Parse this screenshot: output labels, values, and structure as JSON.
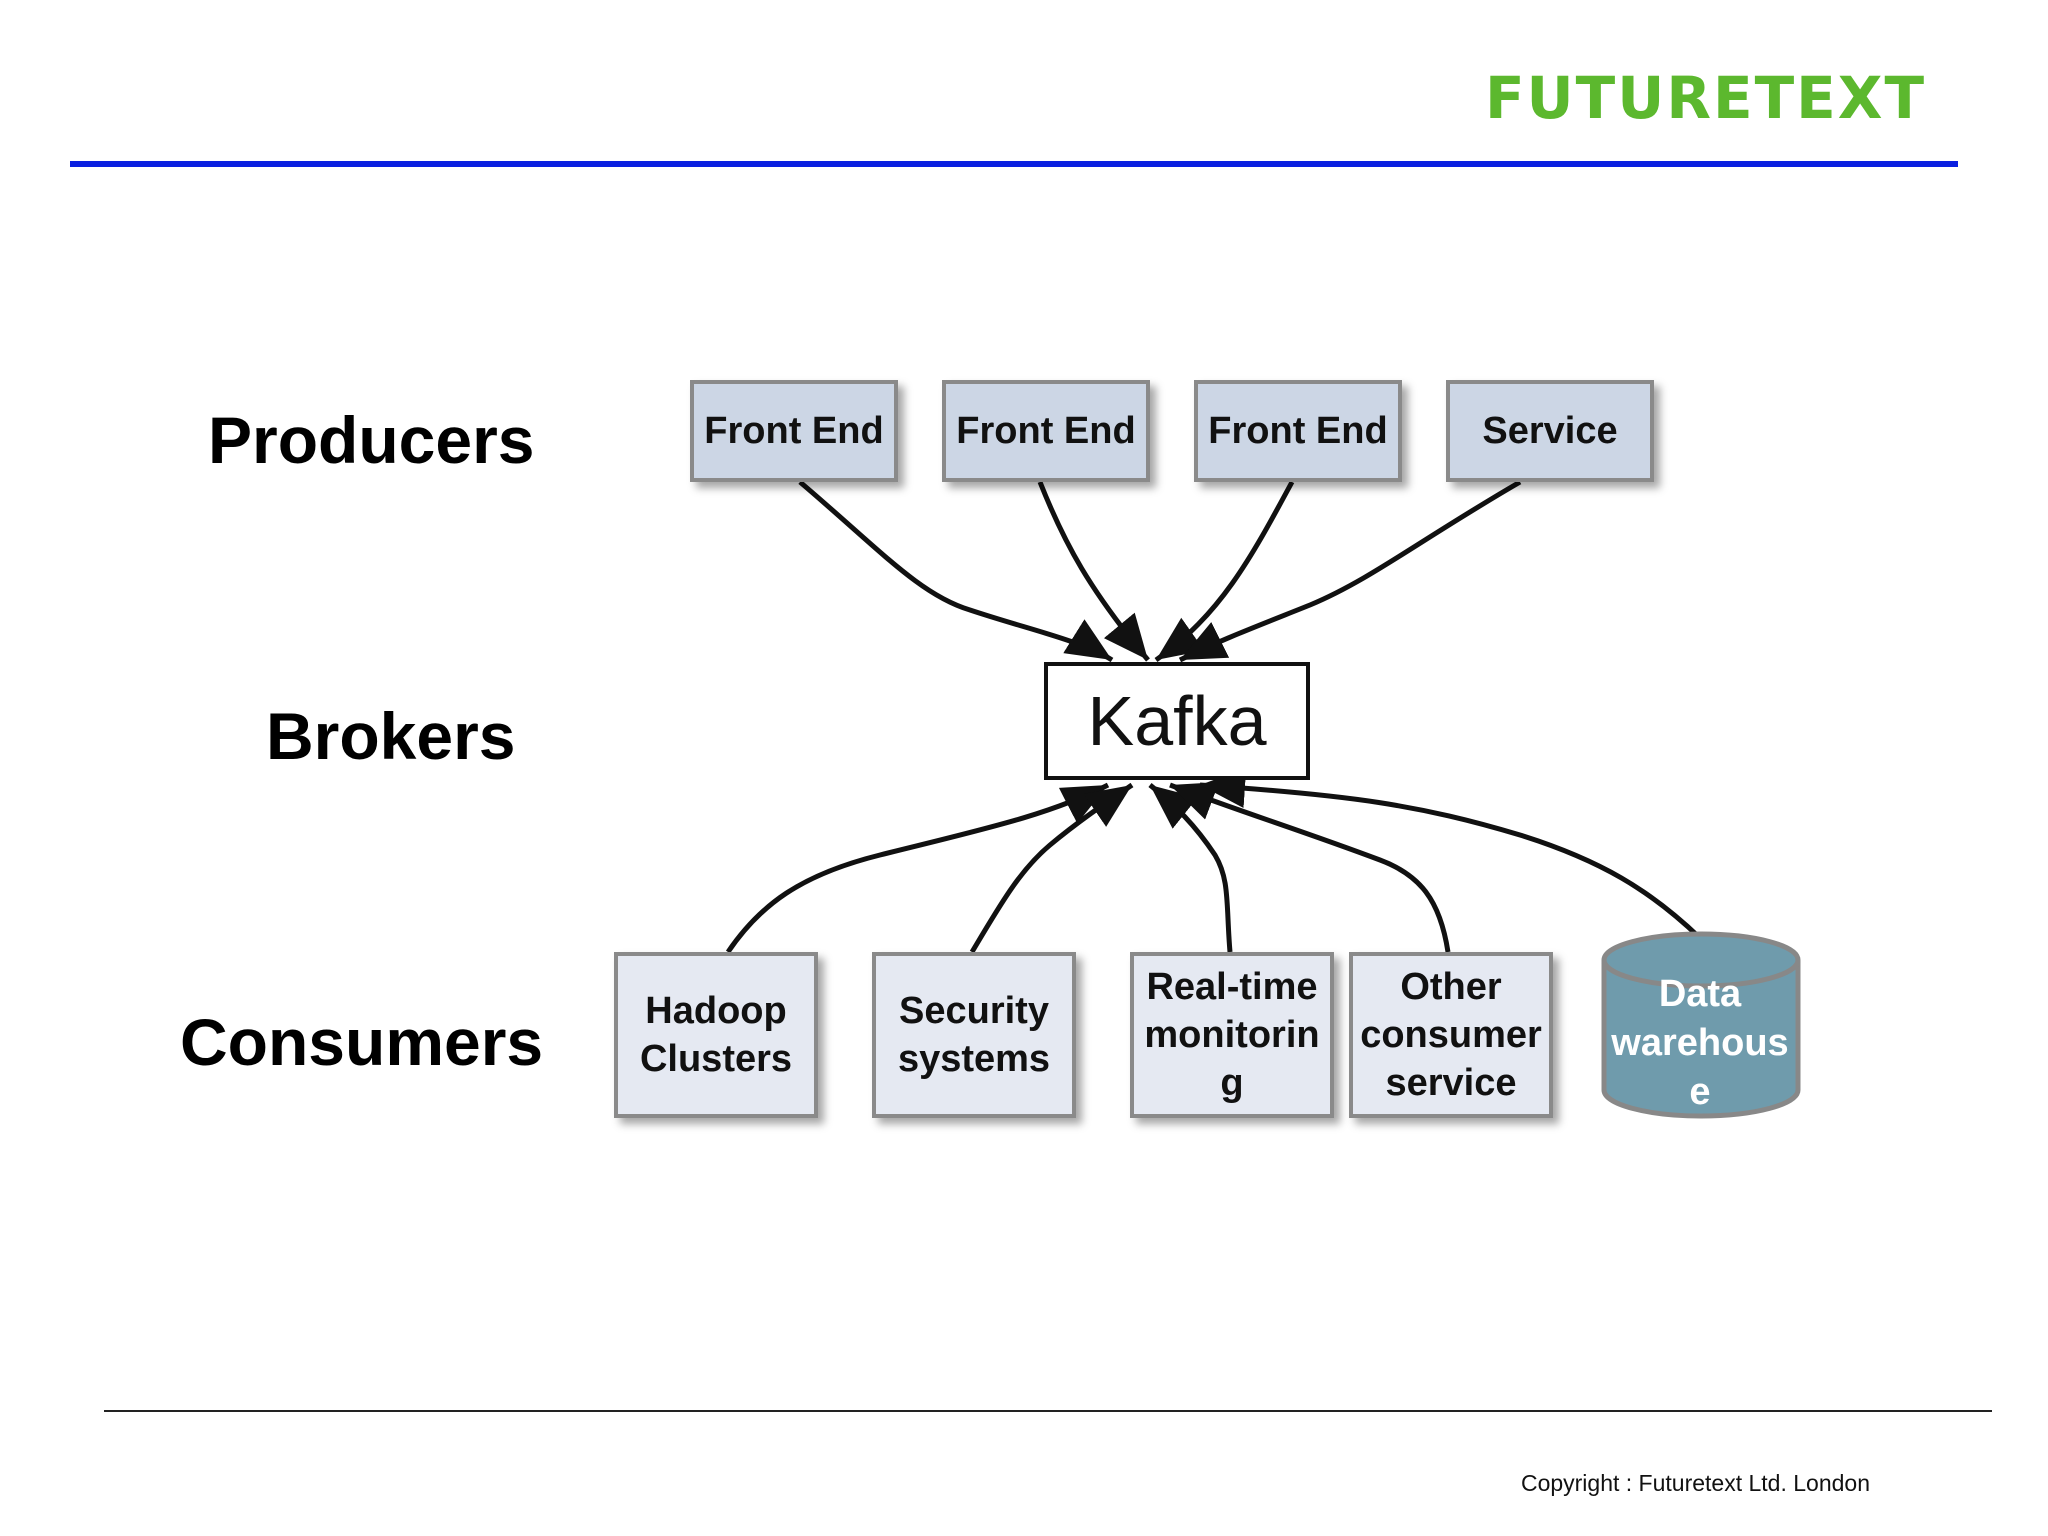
{
  "brand": {
    "logo_text": "FUTURETEXT",
    "logo_color": "#5cb82e",
    "rule_color": "#0a1fe0"
  },
  "labels": {
    "producers": "Producers",
    "brokers": "Brokers",
    "consumers": "Consumers"
  },
  "broker": {
    "label": "Kafka"
  },
  "producers": [
    {
      "label": "Front End"
    },
    {
      "label": "Front End"
    },
    {
      "label": "Front End"
    },
    {
      "label": "Service"
    }
  ],
  "consumers": [
    {
      "label": "Hadoop\nClusters"
    },
    {
      "label": "Security\nsystems"
    },
    {
      "label": "Real-time\nmonitorin\ng"
    },
    {
      "label": "Other\nconsumer\nservice"
    }
  ],
  "database": {
    "label": "Data\nwarehous\ne",
    "color": "#6f9bac"
  },
  "footer": {
    "copyright": "Copyright : Futuretext Ltd. London"
  }
}
